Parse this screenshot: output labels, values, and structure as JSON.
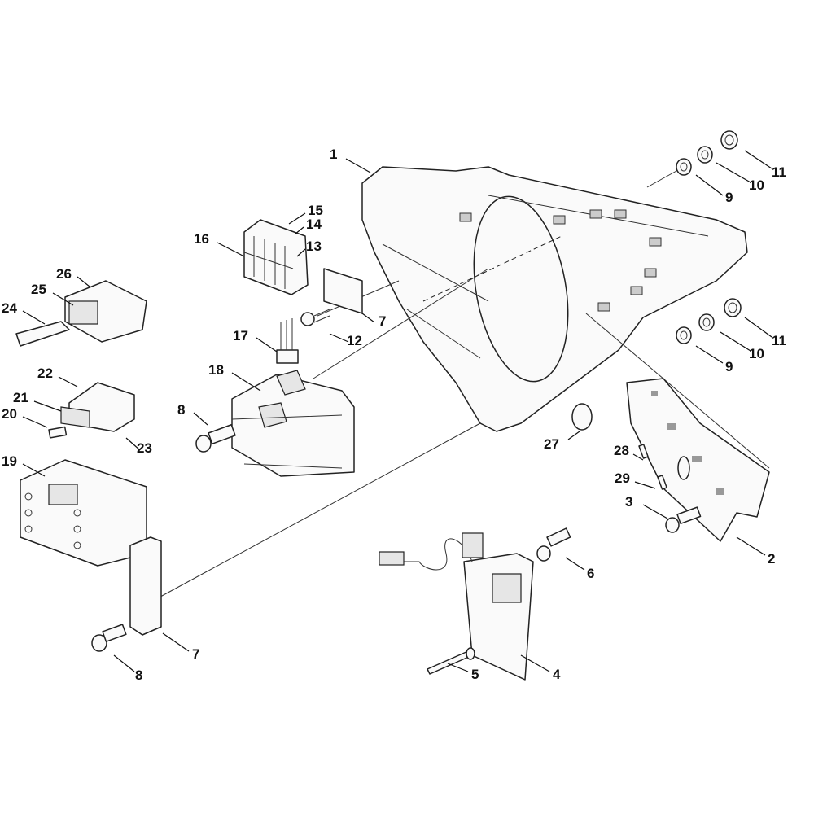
{
  "callouts": [
    "1",
    "2",
    "3",
    "4",
    "5",
    "6",
    "7",
    "7",
    "8",
    "8",
    "9",
    "9",
    "10",
    "10",
    "11",
    "11",
    "12",
    "13",
    "14",
    "15",
    "16",
    "17",
    "18",
    "19",
    "20",
    "21",
    "22",
    "23",
    "24",
    "25",
    "26",
    "27",
    "28",
    "29"
  ]
}
